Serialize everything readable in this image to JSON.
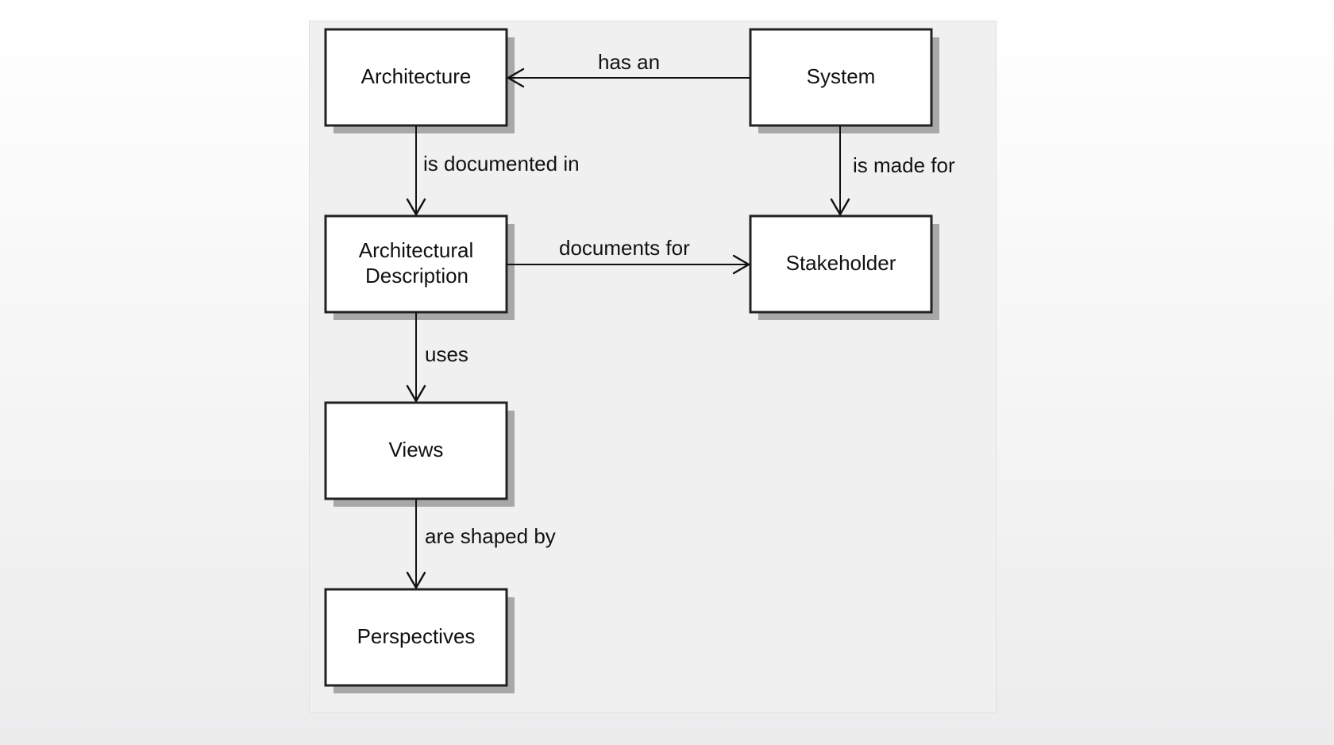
{
  "nodes": {
    "architecture": "Architecture",
    "system": "System",
    "architectural_description": [
      "Architectural",
      "Description"
    ],
    "stakeholder": "Stakeholder",
    "views": "Views",
    "perspectives": "Perspectives"
  },
  "edges": {
    "has_an": "has an",
    "is_documented_in": "is documented in",
    "is_made_for": "is made for",
    "documents_for": "documents for",
    "uses": "uses",
    "are_shaped_by": "are shaped by"
  }
}
